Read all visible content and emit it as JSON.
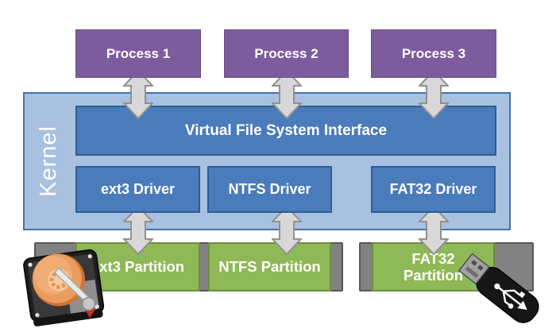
{
  "processes": [
    {
      "label": "Process 1"
    },
    {
      "label": "Process 2"
    },
    {
      "label": "Process 3"
    }
  ],
  "kernel": {
    "label": "Kernel",
    "vfs": {
      "label": "Virtual File System Interface"
    },
    "drivers": [
      {
        "label": "ext3 Driver"
      },
      {
        "label": "NTFS Driver"
      },
      {
        "label": "FAT32 Driver"
      }
    ]
  },
  "storage": {
    "hard_disk": {
      "icon": "hard-disk-icon",
      "partitions": [
        {
          "label": "ext3 Partition"
        },
        {
          "label": "NTFS Partition"
        }
      ]
    },
    "usb_drive": {
      "icon": "usb-flash-drive-icon",
      "partitions": [
        {
          "label": "FAT32 Partition"
        }
      ]
    }
  },
  "colors": {
    "process_fill": "#7d5c9e",
    "process_border": "#6a4b86",
    "kernel_fill": "#a8c1e0",
    "kernel_border": "#4572a7",
    "box_fill": "#4a7bba",
    "box_border": "#2d5d94",
    "partition_fill": "#8eb956",
    "partition_border": "#6f8f41",
    "device_fill": "#828282",
    "device_border": "#565656",
    "arrow_fill": "#d8d8d8",
    "arrow_border": "#919191",
    "label_color": "#ffffff"
  }
}
